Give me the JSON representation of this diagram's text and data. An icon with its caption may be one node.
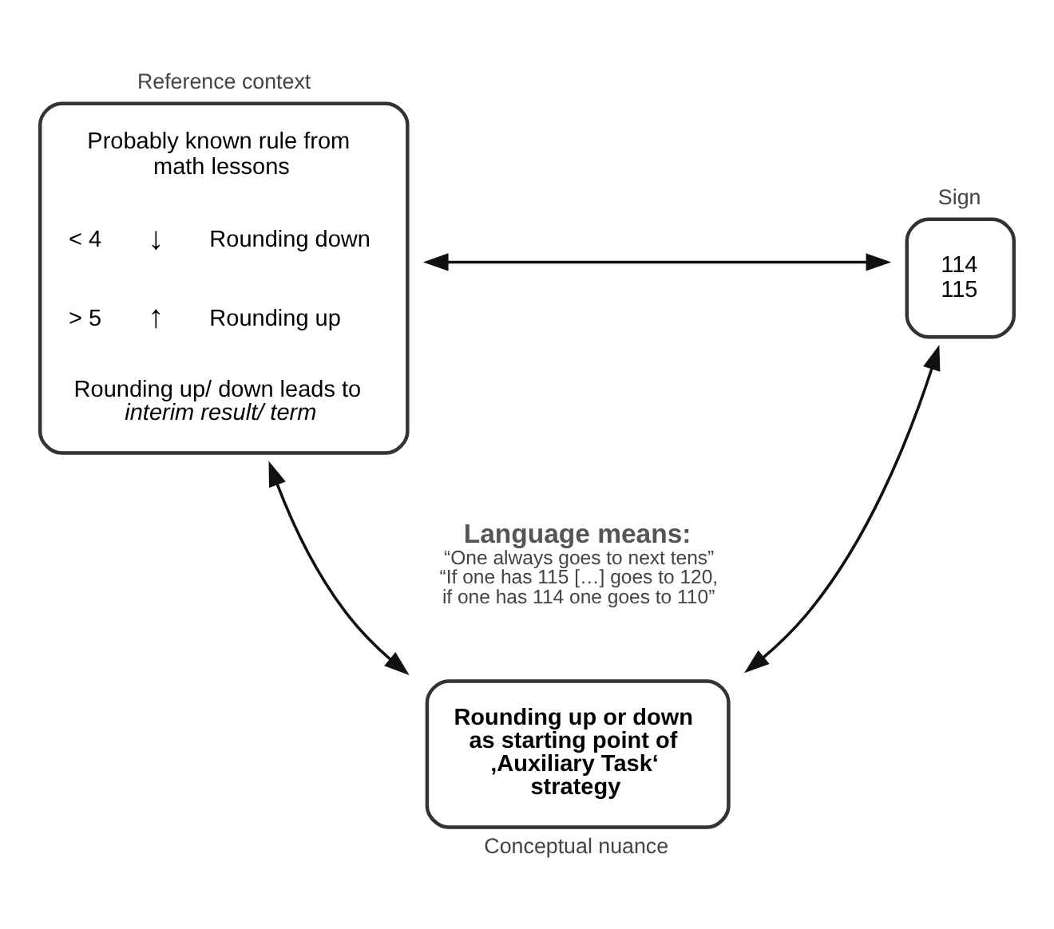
{
  "diagram": {
    "nodes": [
      {
        "text": [
          "Reference context",
          "Probably known rule from math lessons",
          "< 4",
          "↓",
          "Rounding down",
          "> 5",
          "↑",
          "Rounding up",
          "Rounding up/ down leads to *interim result/ term*"
        ]
      },
      {
        "text": [
          "Sign",
          "114",
          "115"
        ]
      },
      {
        "text": [
          "Rounding up or down as starting point of ‚Auxiliary Task‘ strategy",
          "Conceptual nuance"
        ]
      }
    ],
    "edges": [
      {
        "from": 0,
        "to": 1,
        "arrow": "both"
      },
      {
        "from": 0,
        "to": 2,
        "arrow": "both"
      },
      {
        "from": 1,
        "to": 2,
        "arrow": "both"
      }
    ],
    "labels": [
      "Language means:",
      "“One always goes to next tens”",
      "“If one has 115 […] goes to 120, if one has 114 one goes to 110”"
    ]
  }
}
